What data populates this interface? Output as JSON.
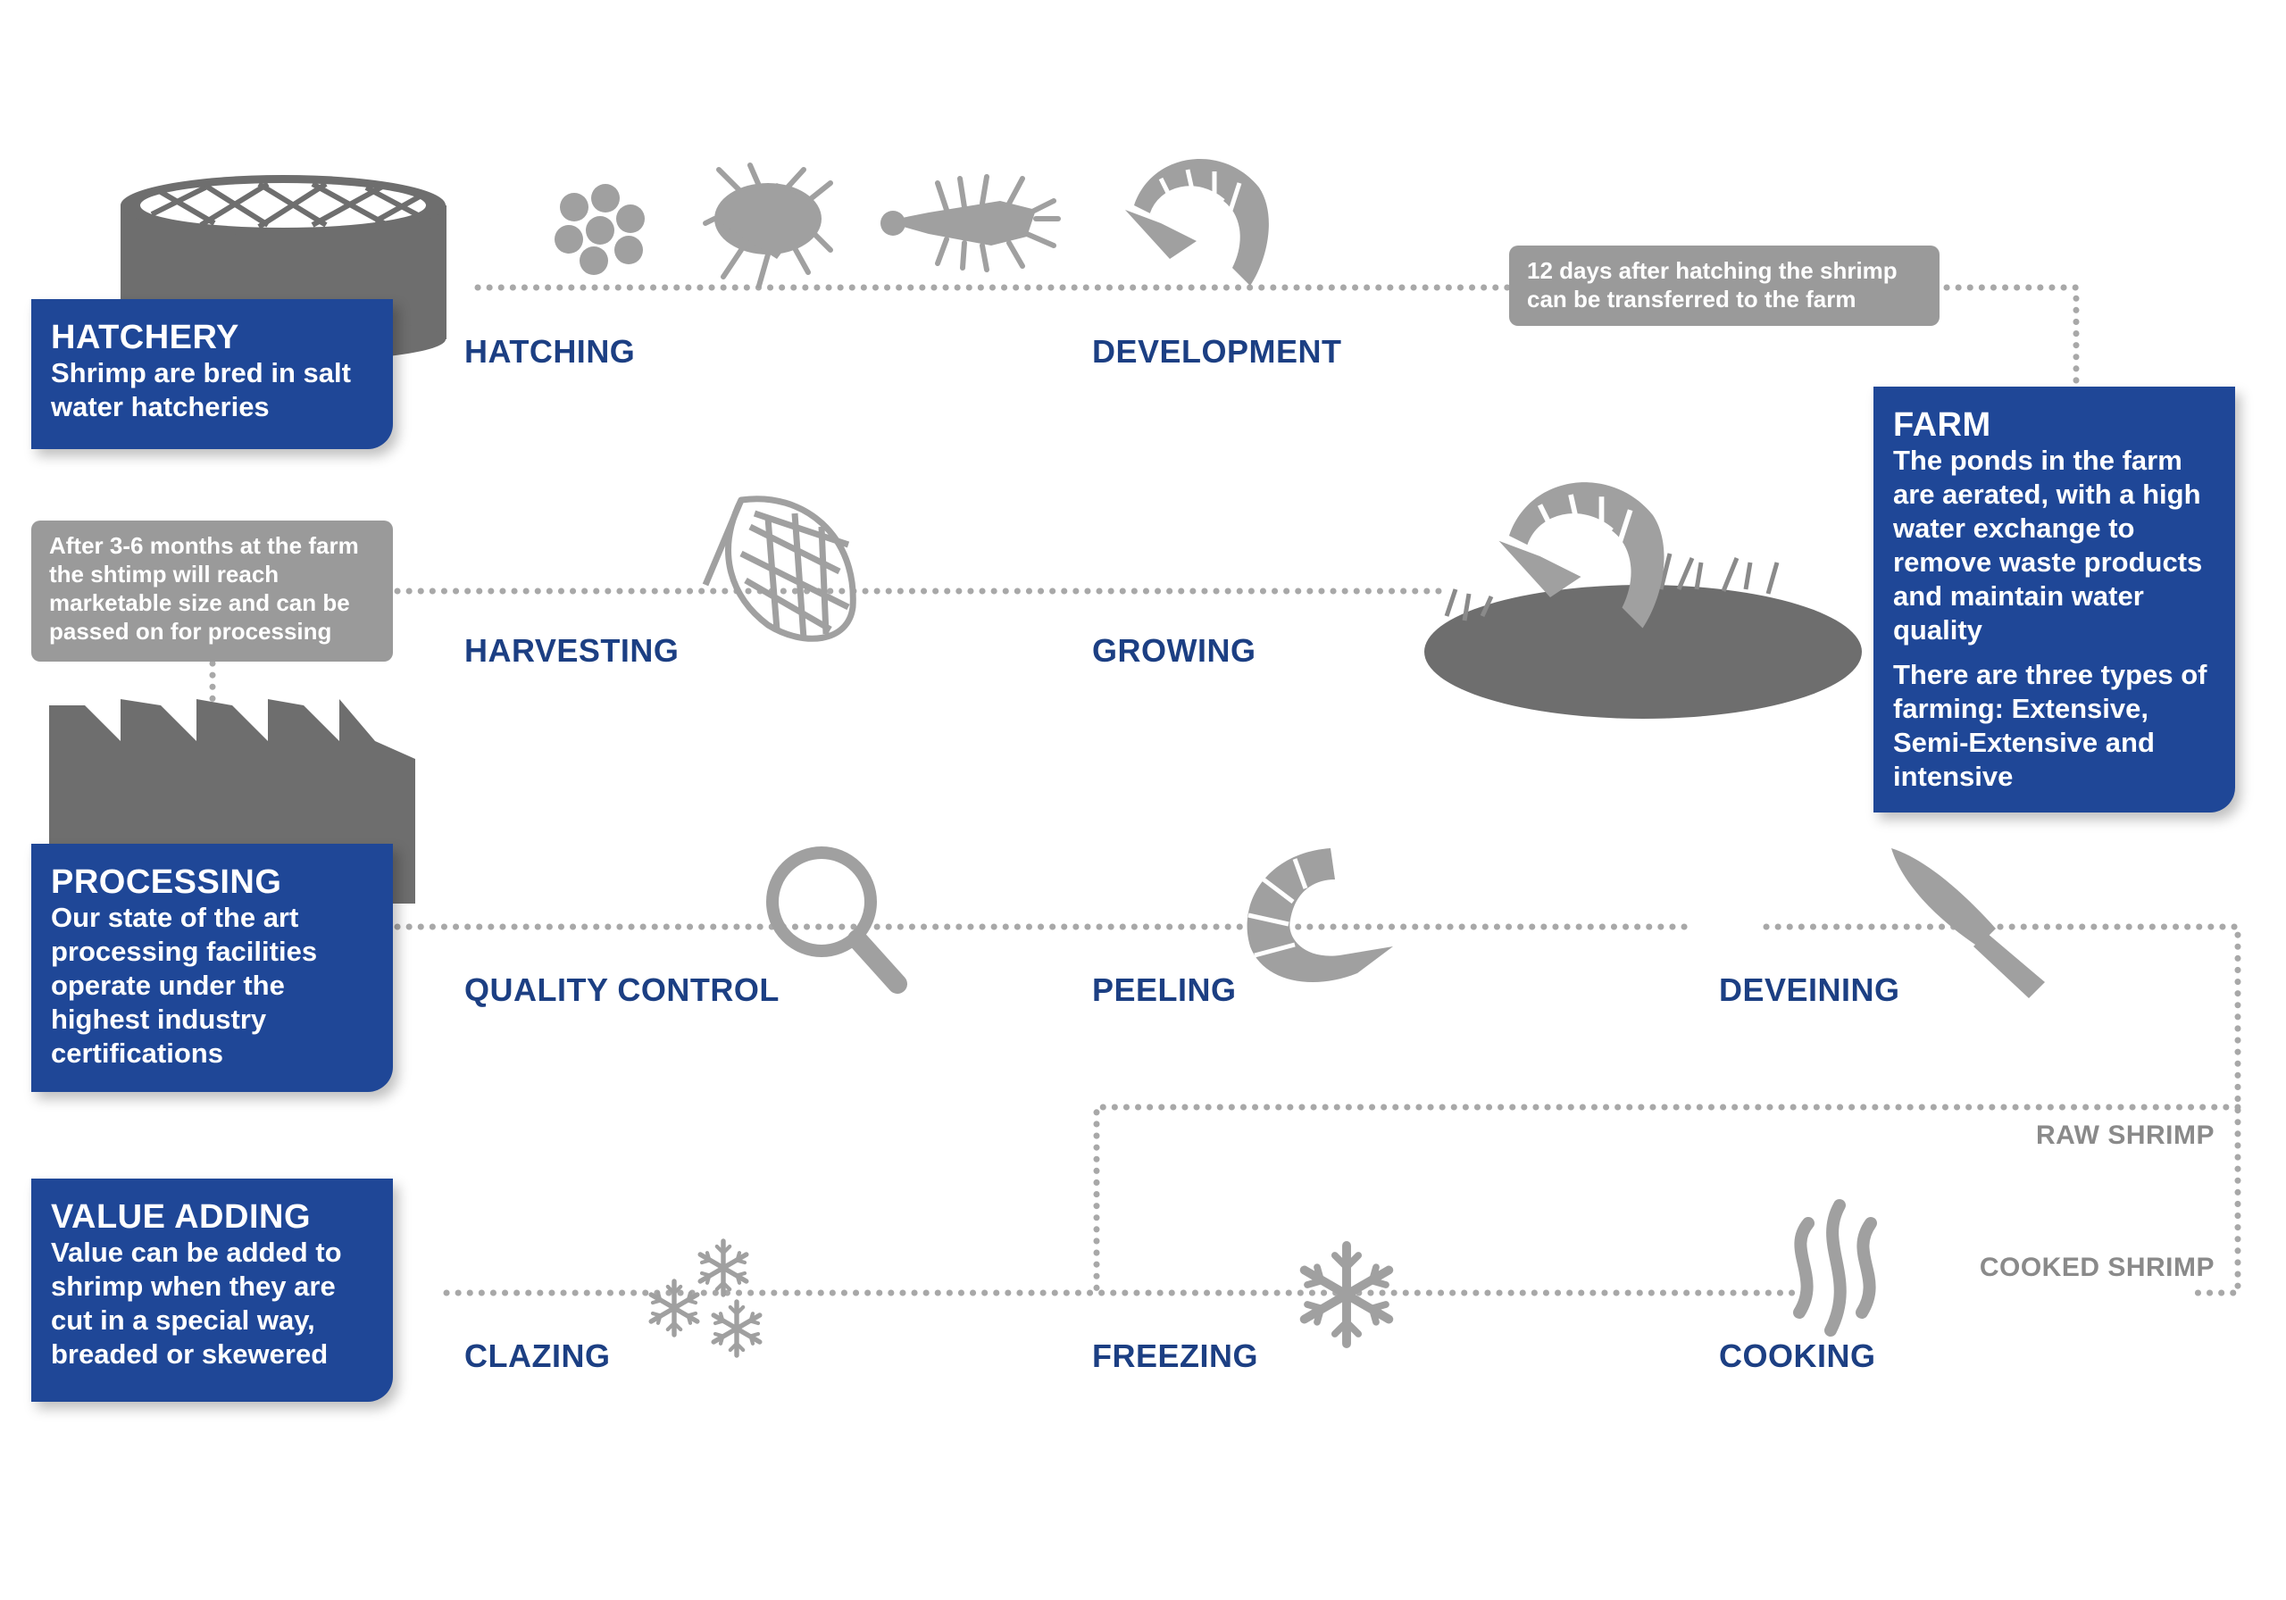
{
  "cards": {
    "hatchery": {
      "title": "HATCHERY",
      "text": "Shrimp are bred in salt water hatcheries"
    },
    "farm": {
      "title": "FARM",
      "text": "The ponds in the farm are aerated, with a high water exchange to remove waste products and maintain water quality",
      "text2": "There are three types of farming: Extensive, Semi-Extensive and intensive"
    },
    "processing": {
      "title": "PROCESSING",
      "text": "Our state of the art processing facilities operate under the highest industry certifications"
    },
    "value_adding": {
      "title": "VALUE ADDING",
      "text": "Value can be added to shrimp when they are cut in a special way, breaded or skewered"
    }
  },
  "notes": {
    "transfer": "12 days after hatching the shrimp can be transferred to the farm",
    "harvest": "After 3-6 months at the farm the shtimp will reach marketable size and can be passed on for processing"
  },
  "stages": {
    "hatching": "HATCHING",
    "development": "DEVELOPMENT",
    "harvesting": "HARVESTING",
    "growing": "GROWING",
    "quality_control": "QUALITY CONTROL",
    "peeling": "PEELING",
    "deveining": "DEVEINING",
    "clazing": "CLAZING",
    "freezing": "FREEZING",
    "cooking": "COOKING"
  },
  "branches": {
    "raw": "RAW SHRIMP",
    "cooked": "COOKED SHRIMP"
  },
  "colors": {
    "card_blue": "#1f4797",
    "label_blue": "#1c3f83",
    "icon_gray": "#9a9a9a",
    "dark_gray": "#6e6e6e",
    "dot_gray": "#a8a8a8"
  },
  "icons": [
    "hatchery-tank-icon",
    "eggs-icon",
    "larva-icon",
    "postlarva-icon",
    "shrimp-icon",
    "net-icon",
    "pond-shrimp-icon",
    "factory-icon",
    "magnifier-icon",
    "peeled-shrimp-icon",
    "knife-icon",
    "snowflakes-icon",
    "snowflake-icon",
    "steam-icon"
  ]
}
